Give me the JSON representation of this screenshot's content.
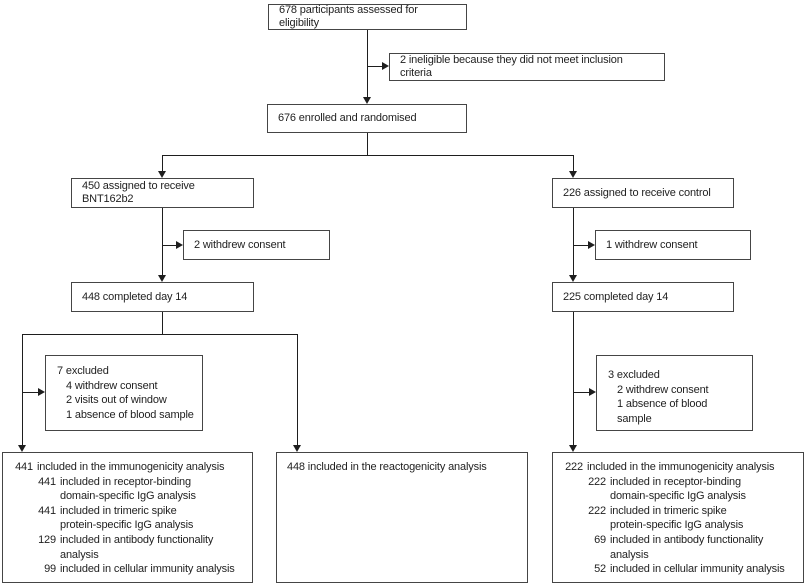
{
  "figure": {
    "top": {
      "assessed": "678 participants assessed for eligibility",
      "ineligible": "2 ineligible because they did not meet inclusion criteria",
      "enrolled": "676 enrolled and randomised"
    },
    "bnt162b2_arm": {
      "assigned": "450 assigned to receive BNT162b2",
      "withdrew": "2 withdrew consent",
      "completed": "448 completed day 14",
      "excluded": {
        "title": "7 excluded",
        "reasons": [
          "4 withdrew consent",
          "2 visits out of window",
          "1 absence of blood sample"
        ]
      },
      "immunogenicity": {
        "lines": [
          {
            "num": "441",
            "text": "included in the immunogenicity analysis"
          },
          {
            "num": "441",
            "text": "included in receptor-binding"
          },
          {
            "cont": "domain-specific IgG analysis"
          },
          {
            "num": "441",
            "text": "included in trimeric spike"
          },
          {
            "cont": "protein-specific IgG analysis"
          },
          {
            "num": "129",
            "text": "included in antibody functionality"
          },
          {
            "cont": "analysis"
          },
          {
            "num": "99",
            "text": "included in cellular immunity analysis"
          }
        ]
      },
      "reactogenicity": "448 included in the reactogenicity analysis"
    },
    "control_arm": {
      "assigned": "226 assigned to receive control",
      "withdrew": "1 withdrew consent",
      "completed": "225 completed day 14",
      "excluded": {
        "title": "3 excluded",
        "reasons": [
          "2 withdrew consent",
          "1 absence of blood sample"
        ]
      },
      "immunogenicity": {
        "lines": [
          {
            "num": "222",
            "text": "included in the immunogenicity analysis"
          },
          {
            "num": "222",
            "text": "included in receptor-binding"
          },
          {
            "cont": "domain-specific IgG analysis"
          },
          {
            "num": "222",
            "text": "included in trimeric spike"
          },
          {
            "cont": "protein-specific IgG analysis"
          },
          {
            "num": "69",
            "text": "included in antibody functionality"
          },
          {
            "cont": "analysis"
          },
          {
            "num": "52",
            "text": "included in cellular immunity analysis"
          }
        ]
      }
    }
  }
}
